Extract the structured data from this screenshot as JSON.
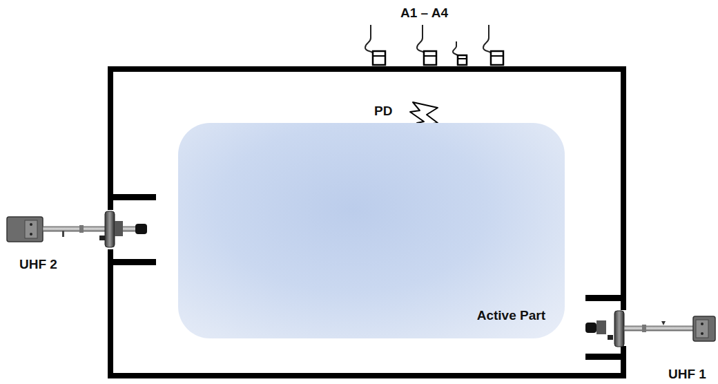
{
  "diagram": {
    "nodes": [
      {
        "text": [
          "Active Part"
        ]
      }
    ],
    "labels": [
      "A1 – A4",
      "PD",
      "UHF 2",
      "UHF 1"
    ]
  }
}
